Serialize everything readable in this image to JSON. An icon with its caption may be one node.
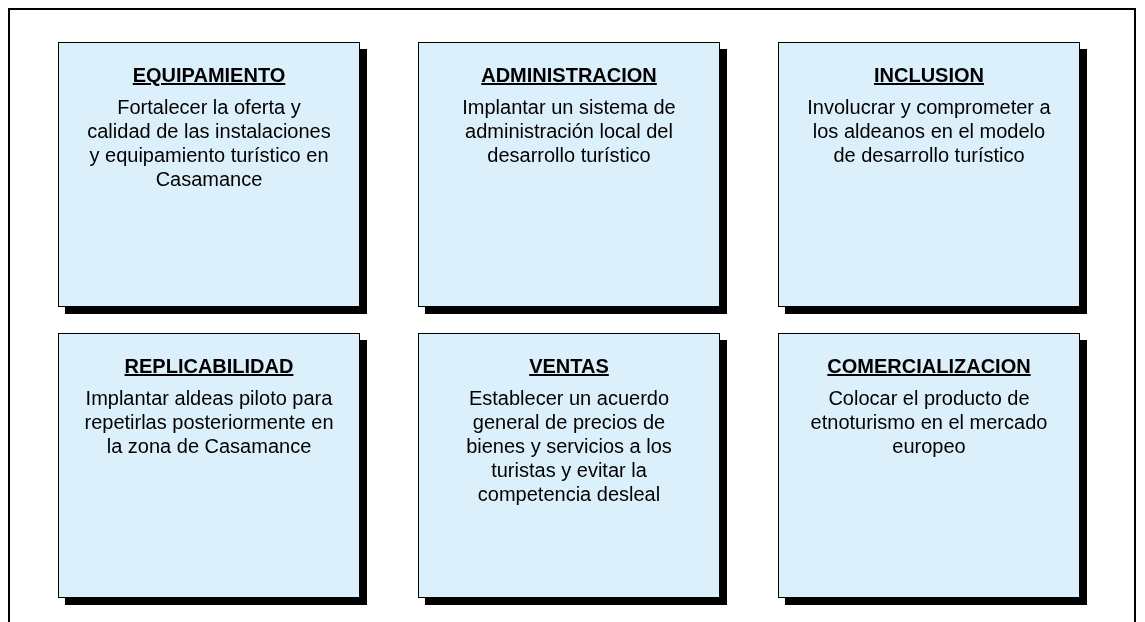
{
  "diagram": {
    "nodes": [
      {
        "text": [
          "EQUIPAMIENTO",
          "Fortalecer la oferta y calidad de las instalaciones y equipamiento turístico en Casamance"
        ]
      },
      {
        "text": [
          "ADMINISTRACION",
          "Implantar un sistema de administración local del desarrollo turístico"
        ]
      },
      {
        "text": [
          "INCLUSION",
          "Involucrar y comprometer a los aldeanos en el modelo de desarrollo turístico"
        ]
      },
      {
        "text": [
          "REPLICABILIDAD",
          "Implantar aldeas piloto para repetirlas posteriormente en la zona de Casamance"
        ]
      },
      {
        "text": [
          "VENTAS",
          "Establecer un acuerdo general de precios de bienes y servicios a los turistas y evitar la competencia desleal"
        ]
      },
      {
        "text": [
          "COMERCIALIZACION",
          "Colocar el producto de etnoturismo en el mercado europeo"
        ]
      }
    ]
  }
}
